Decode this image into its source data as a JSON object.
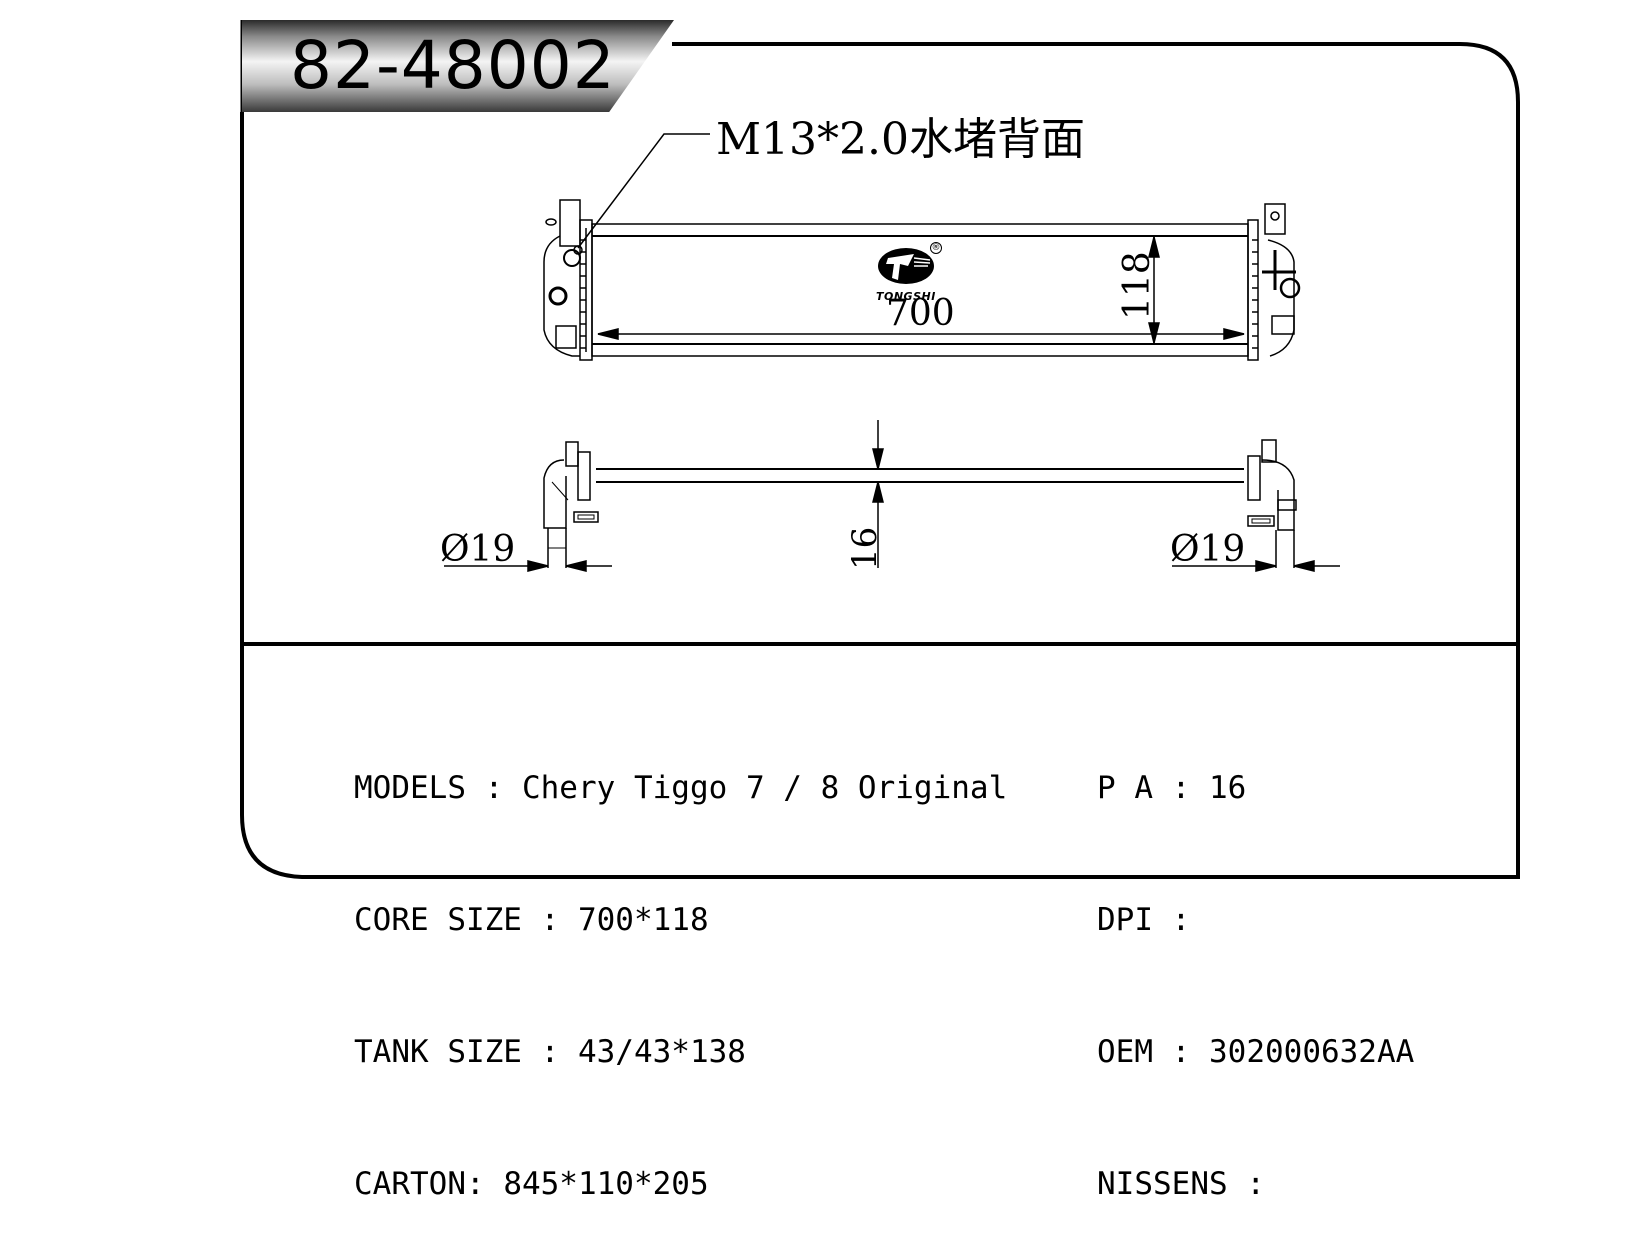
{
  "header": {
    "part_number": "82-48002"
  },
  "drawing": {
    "callout_label": "M13*2.0水堵背面",
    "brand_logo": "TONGSHI",
    "brand_registered_mark": "®",
    "front_view": {
      "core_width_label": "700",
      "core_height_label": "118"
    },
    "top_view": {
      "core_thickness_label": "16",
      "inlet_diameter_left": "Ø19",
      "inlet_diameter_right": "Ø19"
    }
  },
  "specs_left": [
    {
      "label": "MODELS",
      "separator": " : ",
      "value": "Chery Tiggo 7 / 8 Original"
    },
    {
      "label": "CORE SIZE",
      "separator": " : ",
      "value": "700*118"
    },
    {
      "label": "TANK SIZE",
      "separator": " : ",
      "value": "43/43*138"
    },
    {
      "label": "CARTON",
      "separator": ": ",
      "value": "845*110*205"
    }
  ],
  "specs_right": [
    {
      "label": "P A",
      "separator": " : ",
      "value": "16"
    },
    {
      "label": "DPI",
      "separator": " : ",
      "value": ""
    },
    {
      "label": "OEM",
      "separator": " : ",
      "value": "302000632AA"
    },
    {
      "label": "NISSENS",
      "separator": " : ",
      "value": ""
    }
  ],
  "colors": {
    "line": "#000000",
    "background": "#ffffff",
    "banner_dark": "#2a2a2a",
    "banner_light": "#f4f4f4"
  }
}
